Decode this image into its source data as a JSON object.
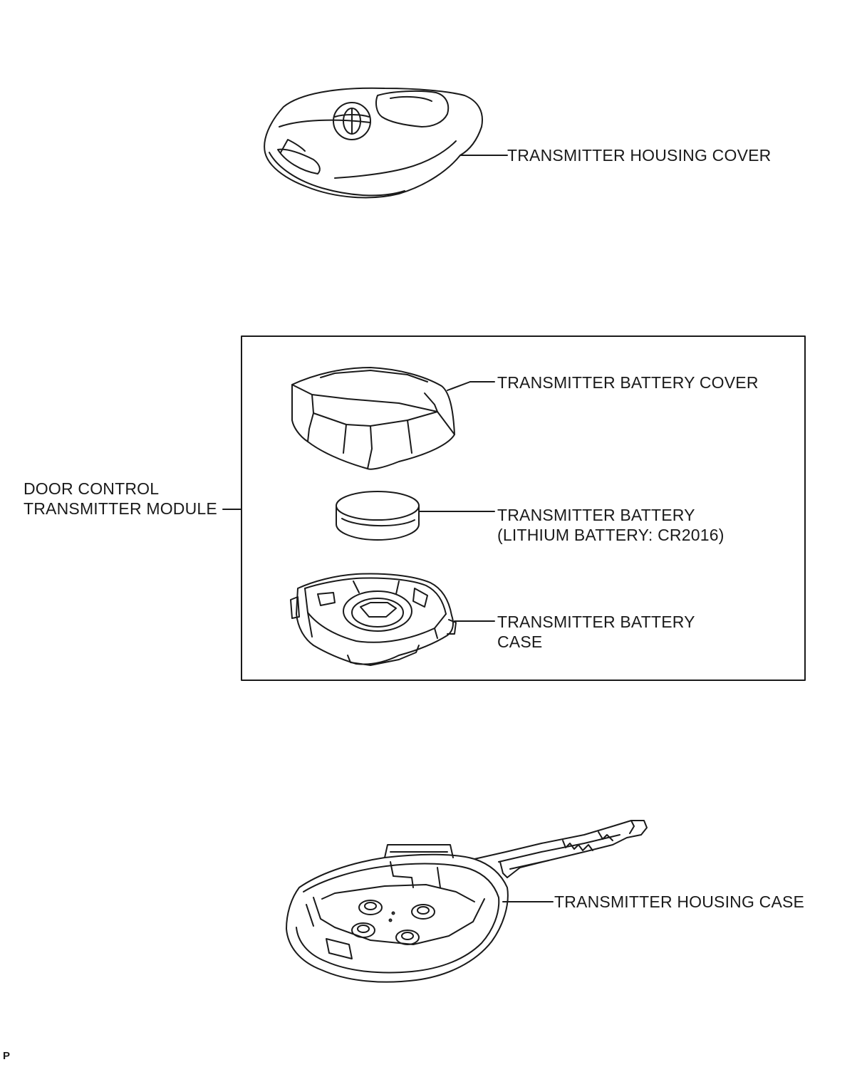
{
  "diagram": {
    "stroke_color": "#1a1a1a",
    "background_color": "#ffffff",
    "labels": {
      "housing_cover": "TRANSMITTER HOUSING COVER",
      "battery_cover": "TRANSMITTER BATTERY COVER",
      "battery_line1": "TRANSMITTER BATTERY",
      "battery_line2": "(LITHIUM BATTERY: CR2016)",
      "battery_case_line1": "TRANSMITTER BATTERY",
      "battery_case_line2": "CASE",
      "module_line1": "DOOR CONTROL",
      "module_line2": "TRANSMITTER MODULE",
      "housing_case": "TRANSMITTER HOUSING CASE"
    },
    "corner_mark": "P"
  }
}
